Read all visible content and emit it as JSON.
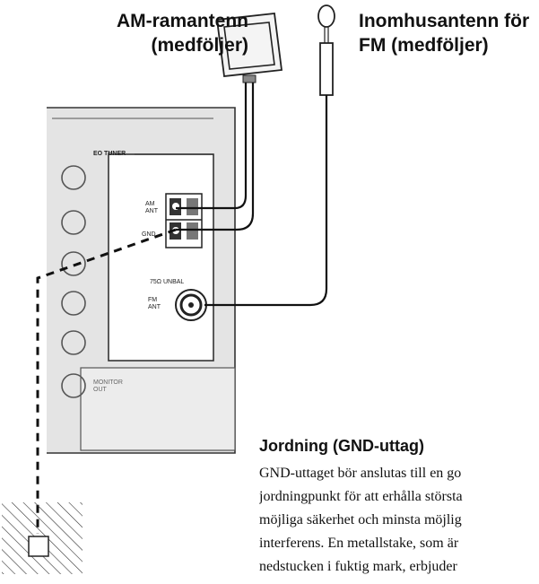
{
  "labels": {
    "am_antenna": [
      "AM-ramantenn",
      "(medföljer)"
    ],
    "fm_antenna": [
      "Inomhusantenn för",
      "FM (medföljer)"
    ]
  },
  "panel": {
    "section_label": "EO TUNER",
    "am_ant": [
      "AM",
      "ANT"
    ],
    "gnd": "GND",
    "unbal": "75Ω UNBAL",
    "fm_ant": [
      "FM",
      "ANT"
    ],
    "monitor_out": [
      "MONITOR",
      "OUT"
    ]
  },
  "note": {
    "title": "Jordning (GND-uttag)",
    "lines": [
      "GND-uttaget bör anslutas till en go",
      "jordningpunkt för att erhålla största",
      "möjliga säkerhet och minsta möjlig",
      "interferens. En metallstake, som är",
      "nedstucken i fuktig mark, erbjuder"
    ]
  }
}
